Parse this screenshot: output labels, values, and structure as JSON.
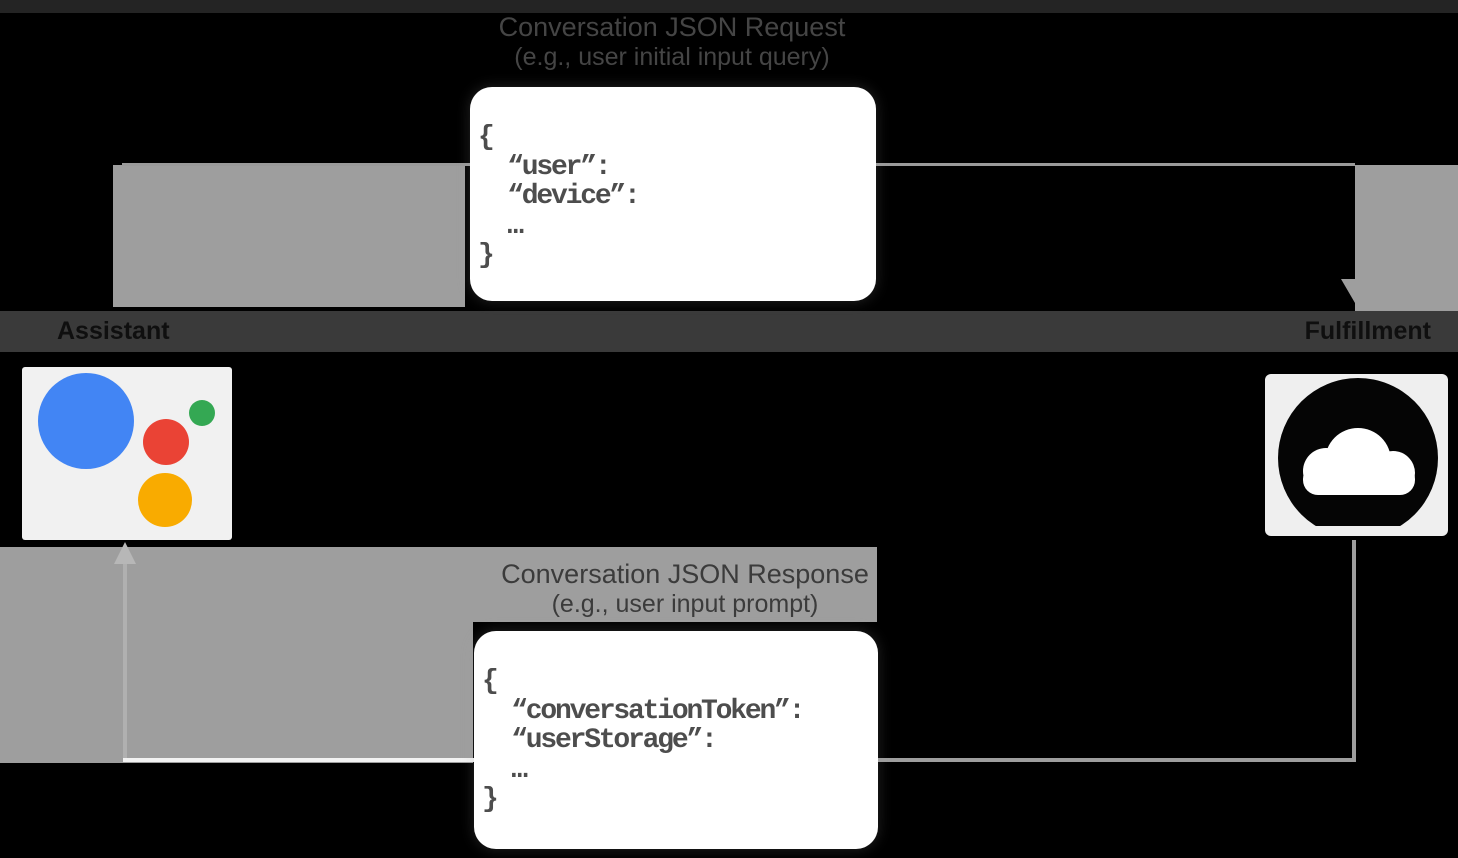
{
  "diagram": {
    "request": {
      "caption_line1": "Conversation JSON Request",
      "caption_line2": "(e.g., user initial input query)",
      "code_lines": [
        "{",
        "  “user”:",
        "  “device”:",
        "  …",
        "}"
      ]
    },
    "response": {
      "caption_line1": "Conversation JSON Response",
      "caption_line2": "(e.g., user input prompt)",
      "code_lines": [
        "{",
        "  “conversationToken”:",
        "  “userStorage”:",
        "  …",
        "}"
      ]
    },
    "nodes": {
      "assistant": {
        "label": "Assistant",
        "icon": "google-assistant-logo"
      },
      "fulfillment": {
        "label": "Fulfillment",
        "icon": "google-cloud-icon"
      }
    },
    "colors": {
      "background": "#000000",
      "arrow_track_gray": "#9e9e9e",
      "label_band": "#3a3a3a",
      "caption_text": "#454545",
      "code_text": "#4d4d4d",
      "box_white": "#ffffff",
      "assistant_blue": "#4285F4",
      "assistant_red": "#EA4335",
      "assistant_green": "#34A853",
      "assistant_yellow": "#F9AB00"
    }
  }
}
